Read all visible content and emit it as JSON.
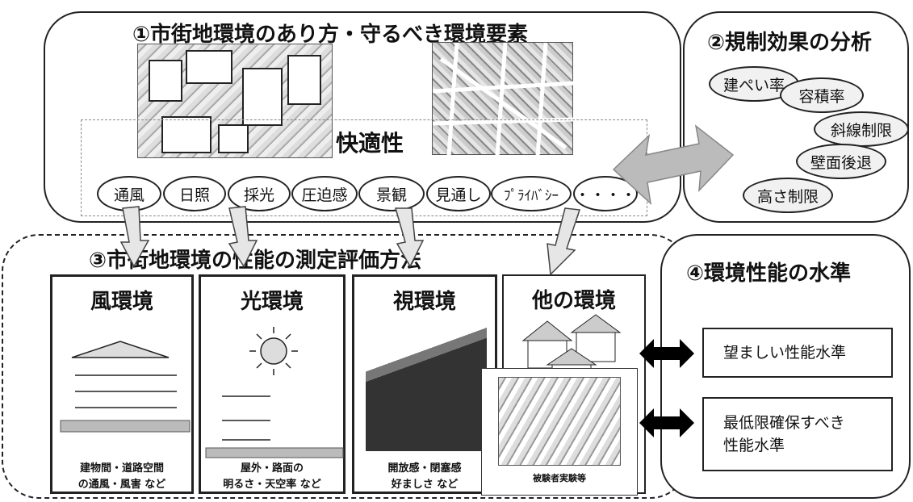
{
  "section1": {
    "title": "①市街地環境のあり方・守るべき環境要素",
    "center_label": "快適性",
    "elements": [
      "通風",
      "日照",
      "採光",
      "圧迫感",
      "景観",
      "見通し",
      "ﾌﾟﾗｲﾊﾞｼｰ",
      "・・・・"
    ]
  },
  "section2": {
    "title": "②規制効果の分析",
    "regulations": [
      "建ぺい率",
      "容積率",
      "斜線制限",
      "壁面後退",
      "高さ制限"
    ]
  },
  "section3": {
    "title": "③市街地環境の性能の測定評価方法",
    "boxes": [
      {
        "title": "風環境",
        "caption_line1": "建物間・道路空間",
        "caption_line2": "の通風・風害 など"
      },
      {
        "title": "光環境",
        "caption_line1": "屋外・路面の",
        "caption_line2": "明るさ・天空率 など"
      },
      {
        "title": "視環境",
        "caption_line1": "開放感・閉塞感",
        "caption_line2": "好ましさ など"
      },
      {
        "title": "他の環境",
        "caption_line1": "被験者実験等",
        "caption_line2": ""
      }
    ]
  },
  "section4": {
    "title": "④環境性能の水準",
    "levels": [
      {
        "line1": "望ましい性能水準",
        "line2": ""
      },
      {
        "line1": "最低限確保すべき",
        "line2": "性能水準"
      }
    ]
  }
}
